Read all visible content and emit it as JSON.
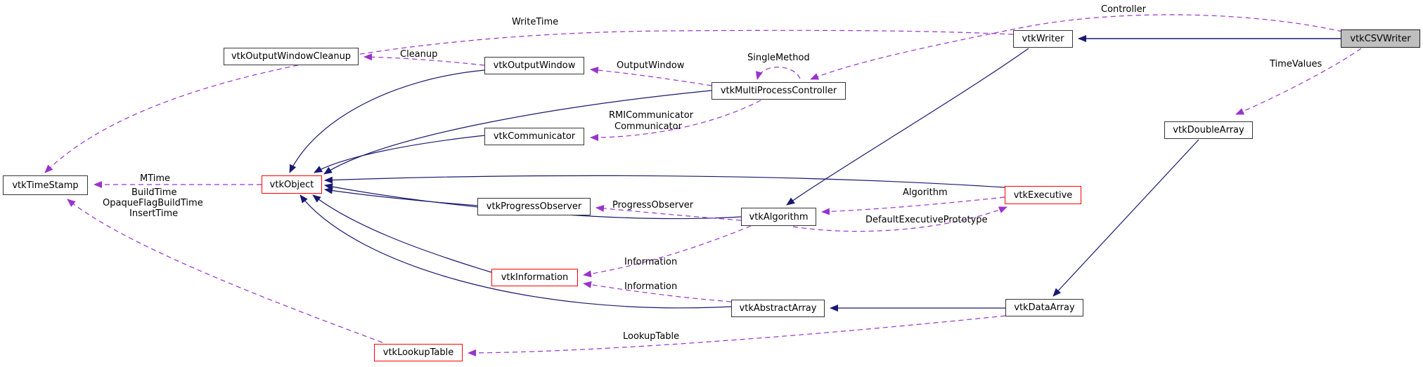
{
  "diagram_type": "class-collaboration-graph",
  "colors": {
    "inheritance_edge": "#191970",
    "member_edge": "#9a32cd",
    "node_border": "#353535",
    "truncated_node_border": "#ff0000",
    "current_node_fill": "#bfbfbf",
    "background": "#ffffff",
    "text": "#000000"
  },
  "nodes": {
    "ts": {
      "label": "vtkTimeStamp"
    },
    "owc": {
      "label": "vtkOutputWindowCleanup"
    },
    "obj": {
      "label": "vtkObject"
    },
    "ow": {
      "label": "vtkOutputWindow"
    },
    "comm": {
      "label": "vtkCommunicator"
    },
    "po": {
      "label": "vtkProgressObserver"
    },
    "info": {
      "label": "vtkInformation"
    },
    "lut": {
      "label": "vtkLookupTable"
    },
    "mpc": {
      "label": "vtkMultiProcessController"
    },
    "alg": {
      "label": "vtkAlgorithm"
    },
    "aa": {
      "label": "vtkAbstractArray"
    },
    "exec": {
      "label": "vtkExecutive"
    },
    "writer": {
      "label": "vtkWriter"
    },
    "da": {
      "label": "vtkDataArray"
    },
    "dbl": {
      "label": "vtkDoubleArray"
    },
    "csv": {
      "label": "vtkCSVWriter"
    }
  },
  "edge_labels": {
    "write_time": "WriteTime",
    "controller": "Controller",
    "time_values": "TimeValues",
    "single_method": "SingleMethod",
    "output_window": "OutputWindow",
    "rmi_communicator": "RMICommunicator",
    "communicator": "Communicator",
    "cleanup": "Cleanup",
    "mtime": "MTime",
    "build_time": "BuildTime",
    "opaque_flag_build_time": "OpaqueFlagBuildTime",
    "insert_time": "InsertTime",
    "algorithm": "Algorithm",
    "default_executive_prototype": "DefaultExecutivePrototype",
    "progress_observer": "ProgressObserver",
    "information_from_algorithm": "Information",
    "information_from_abstract_array": "Information",
    "lookup_table": "LookupTable"
  },
  "relationships": [
    {
      "from": "vtkCSVWriter",
      "to": "vtkWriter",
      "type": "inheritance"
    },
    {
      "from": "vtkWriter",
      "to": "vtkAlgorithm",
      "type": "inheritance"
    },
    {
      "from": "vtkAlgorithm",
      "to": "vtkObject",
      "type": "inheritance"
    },
    {
      "from": "vtkExecutive",
      "to": "vtkObject",
      "type": "inheritance"
    },
    {
      "from": "vtkOutputWindow",
      "to": "vtkObject",
      "type": "inheritance"
    },
    {
      "from": "vtkCommunicator",
      "to": "vtkObject",
      "type": "inheritance"
    },
    {
      "from": "vtkMultiProcessController",
      "to": "vtkObject",
      "type": "inheritance"
    },
    {
      "from": "vtkProgressObserver",
      "to": "vtkObject",
      "type": "inheritance"
    },
    {
      "from": "vtkInformation",
      "to": "vtkObject",
      "type": "inheritance"
    },
    {
      "from": "vtkAbstractArray",
      "to": "vtkObject",
      "type": "inheritance"
    },
    {
      "from": "vtkDataArray",
      "to": "vtkAbstractArray",
      "type": "inheritance"
    },
    {
      "from": "vtkDoubleArray",
      "to": "vtkDataArray",
      "type": "inheritance"
    },
    {
      "from": "vtkWriter",
      "to": "vtkTimeStamp",
      "type": "member",
      "label": "WriteTime"
    },
    {
      "from": "vtkCSVWriter",
      "to": "vtkMultiProcessController",
      "type": "member",
      "label": "Controller"
    },
    {
      "from": "vtkCSVWriter",
      "to": "vtkDoubleArray",
      "type": "member",
      "label": "TimeValues"
    },
    {
      "from": "vtkMultiProcessController",
      "to": "vtkMultiProcessController",
      "type": "member",
      "label": "SingleMethod"
    },
    {
      "from": "vtkMultiProcessController",
      "to": "vtkOutputWindow",
      "type": "member",
      "label": "OutputWindow"
    },
    {
      "from": "vtkMultiProcessController",
      "to": "vtkCommunicator",
      "type": "member",
      "label": "RMICommunicator, Communicator"
    },
    {
      "from": "vtkOutputWindow",
      "to": "vtkOutputWindowCleanup",
      "type": "member",
      "label": "Cleanup"
    },
    {
      "from": "vtkObject",
      "to": "vtkTimeStamp",
      "type": "member",
      "label": "MTime"
    },
    {
      "from": "vtkLookupTable",
      "to": "vtkTimeStamp",
      "type": "member",
      "label": "BuildTime, OpaqueFlagBuildTime, InsertTime"
    },
    {
      "from": "vtkExecutive",
      "to": "vtkAlgorithm",
      "type": "member",
      "label": "Algorithm"
    },
    {
      "from": "vtkAlgorithm",
      "to": "vtkExecutive",
      "type": "member",
      "label": "DefaultExecutivePrototype"
    },
    {
      "from": "vtkAlgorithm",
      "to": "vtkProgressObserver",
      "type": "member",
      "label": "ProgressObserver"
    },
    {
      "from": "vtkAlgorithm",
      "to": "vtkInformation",
      "type": "member",
      "label": "Information"
    },
    {
      "from": "vtkAbstractArray",
      "to": "vtkInformation",
      "type": "member",
      "label": "Information"
    },
    {
      "from": "vtkDataArray",
      "to": "vtkLookupTable",
      "type": "member",
      "label": "LookupTable"
    }
  ]
}
